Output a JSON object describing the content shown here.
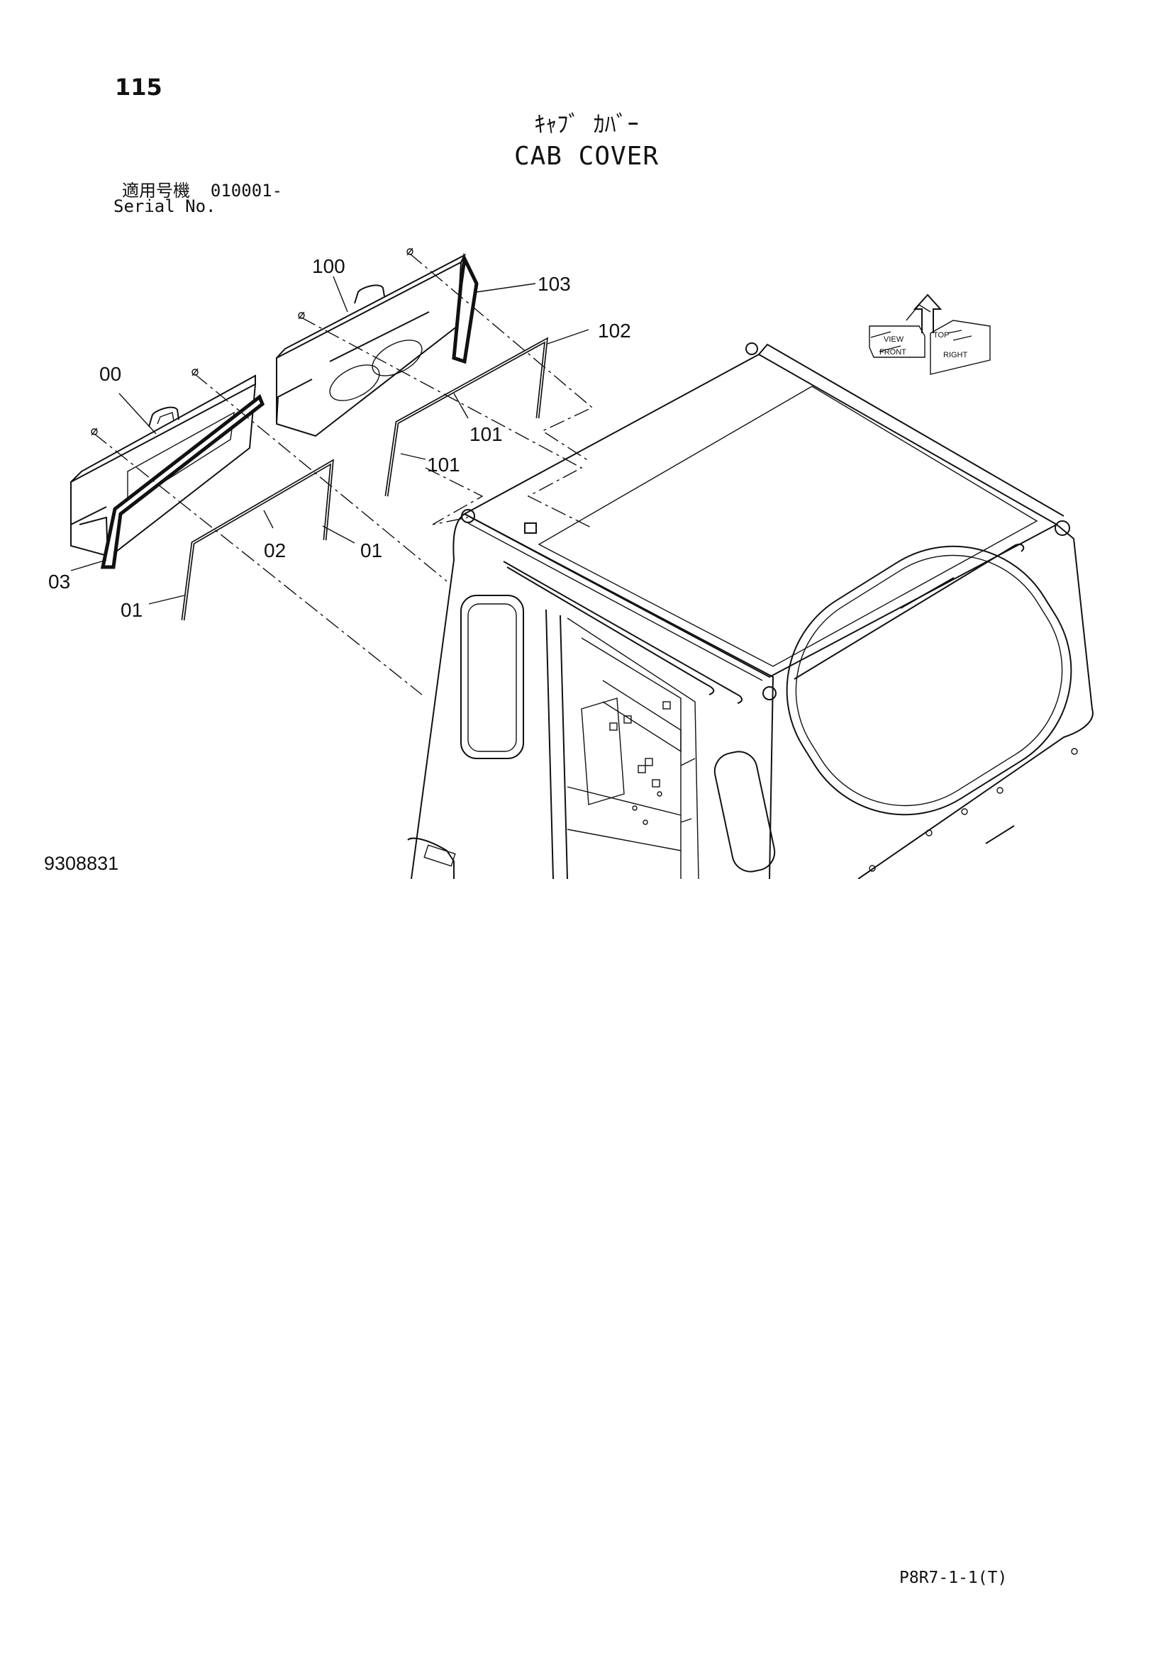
{
  "page": {
    "page_number": "115",
    "title_jp": "ｷｬﾌﾞ ｶﾊﾞｰ",
    "title_en": "CAB COVER",
    "serial_label_jp": "適用号機",
    "serial_range": "010001-",
    "serial_label_en": "Serial No.",
    "drawing_number": "9308831",
    "document_code": "P8R7-1-1(T)"
  },
  "callouts": [
    "100",
    "103",
    "102",
    "00",
    "101",
    "101",
    "02",
    "01",
    "03",
    "01"
  ],
  "orientation": {
    "front": "FRONT",
    "top": "TOP",
    "right": "RIGHT",
    "view": "VIEW"
  }
}
